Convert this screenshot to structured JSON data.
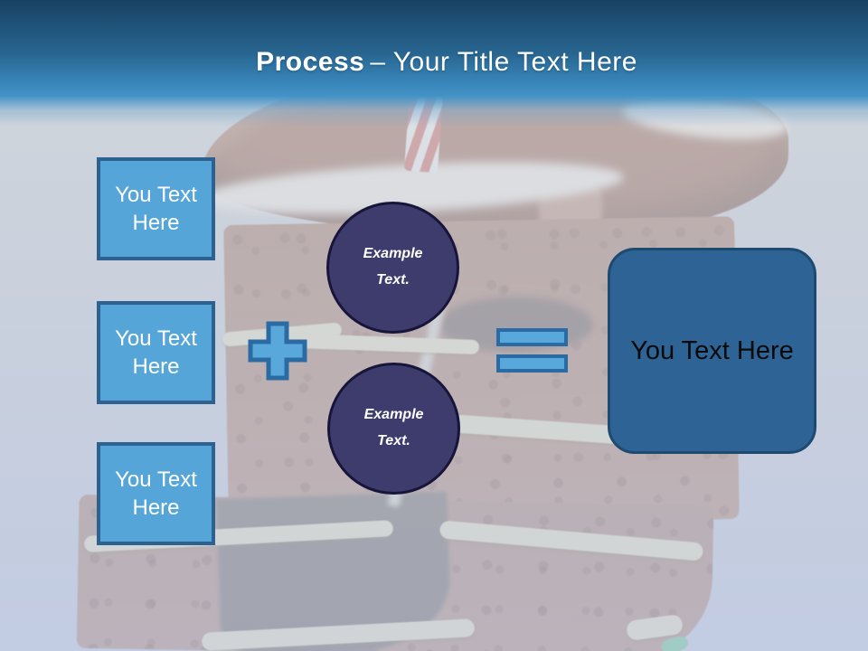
{
  "title": {
    "bold": "Process",
    "rest": "– Your Title Text Here"
  },
  "diagram": {
    "input_boxes": [
      {
        "label": "You Text Here"
      },
      {
        "label": "You Text Here"
      },
      {
        "label": "You Text Here"
      }
    ],
    "operators": {
      "plus": "+",
      "equals": "="
    },
    "example_circles": [
      {
        "label": "Example Text."
      },
      {
        "label": "Example Text."
      }
    ],
    "result_box": {
      "label": "You Text Here"
    }
  },
  "colors": {
    "header_gradient_top": "#17415f",
    "header_gradient_bottom": "#4392c6",
    "title_color": "#ffffff",
    "input_box_fill": "#55a5d9",
    "input_box_border": "#2d618f",
    "operator_fill": "#58a8db",
    "operator_border": "#2b6ba3",
    "circle_fill": "#3d3c6c",
    "circle_border": "#17163a",
    "result_fill": "#2e6395",
    "result_border": "#1e4a70",
    "result_text": "#0a0a0a",
    "background_tint": "#c7cfde"
  },
  "background": {
    "description": "faded photo of chocolate layer cake with red-and-white striped candle and mint leaf"
  }
}
